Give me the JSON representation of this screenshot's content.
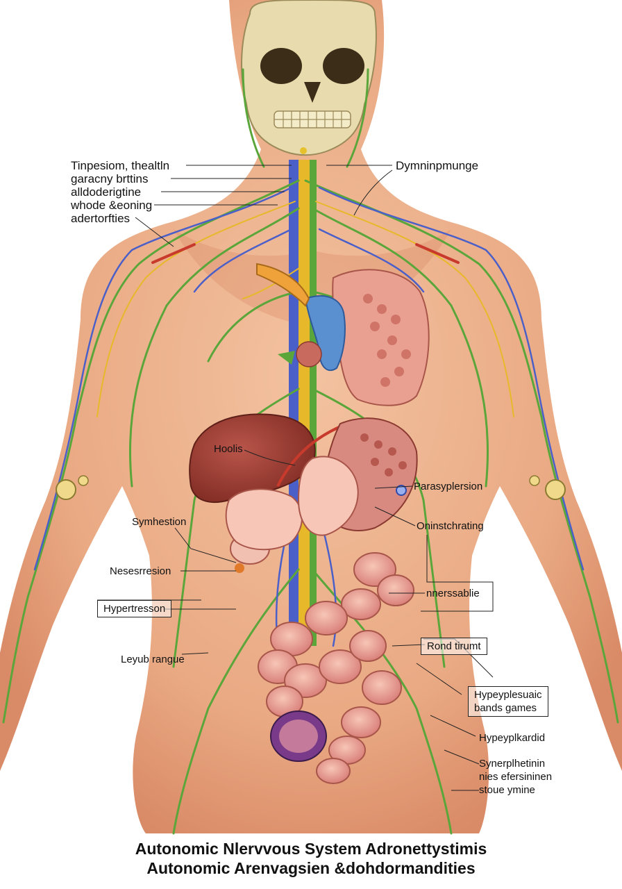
{
  "labels": {
    "left_top": [
      "Tinpesiom, thealtln",
      "garacny brttins",
      "alldoderigtine",
      "whode &eoning",
      "adertorfties"
    ],
    "right_top": "Dymninpmunge",
    "hoolis": "Hoolis",
    "symhestion": "Symhestion",
    "nesesrresion": "Nesesrresion",
    "hypertresson": "Hypertresson",
    "leyub_rangue": "Leyub  rangue",
    "parasyplersion": "Parasyplersion",
    "oninstchrating": "Oninstchrating",
    "nnerssablie": "nnerssablie",
    "rond_tirumt": "Rond tirumt",
    "hypeyplesuaic": [
      "Hypeyplesuaic",
      "bands games"
    ],
    "hypeyplkardid": "Hypeyplkardid",
    "synerplhe": [
      "Synerplhetinin",
      "nies efersininen",
      "stoue ymine"
    ]
  },
  "title_lines": [
    "Autonomic Nlervvous System  Adronettystimis",
    "Autonomic Arenvagsien &dohdormandities"
  ],
  "colors": {
    "skin": "#e9a983",
    "skin_shade": "#d98a66",
    "skull": "#e8dcae",
    "nerve_green": "#5aa63a",
    "nerve_blue": "#4b5fc8",
    "nerve_yellow": "#e7b82a",
    "artery_red": "#c83a2c",
    "liver": "#9e3b30",
    "heart_blue": "#5a8fd0",
    "intestine": "#e9a090"
  }
}
